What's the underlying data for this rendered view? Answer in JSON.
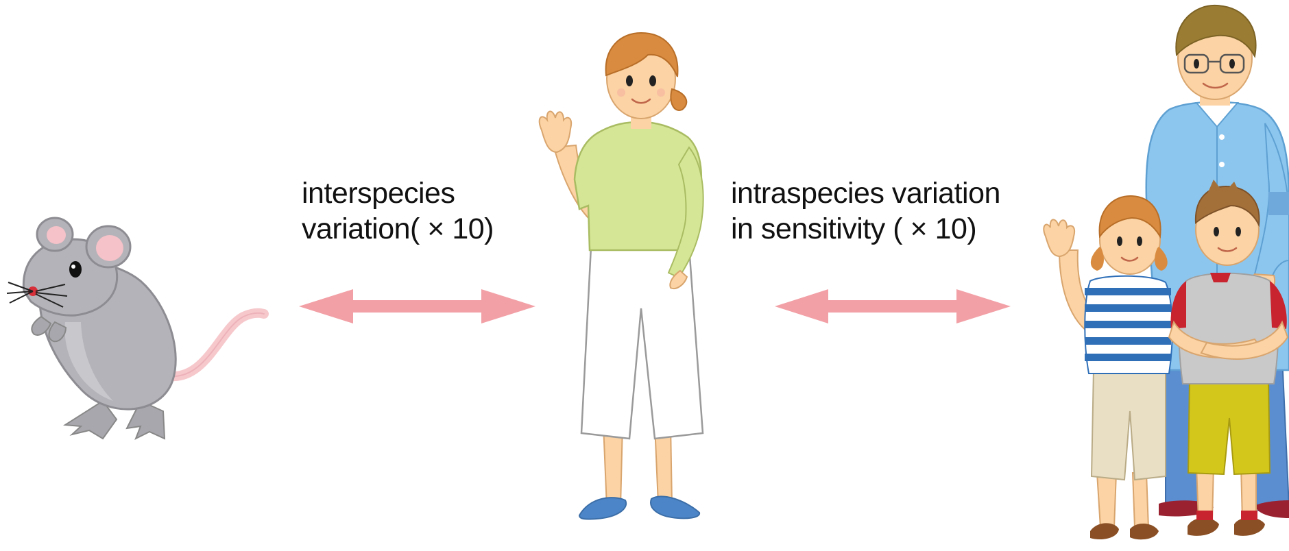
{
  "labels": {
    "interspecies": {
      "line1": "interspecies",
      "line2": "variation( × 10)"
    },
    "intraspecies": {
      "line1": "intraspecies variation",
      "line2": "in sensitivity ( × 10)"
    }
  },
  "figures": {
    "left": "mouse",
    "center": "adult woman",
    "right": "family of man, girl and boy"
  },
  "colors": {
    "arrow": "#f2a0a6",
    "mouse_body": "#b3b2b8",
    "mouse_ear": "#f4c2c8",
    "woman_shirt": "#d6e697",
    "man_shirt": "#8cc6ef",
    "boy_shorts": "#d4c71c",
    "girl_shirt_stripe": "#2f6fb8",
    "hair": "#d98c3f"
  }
}
